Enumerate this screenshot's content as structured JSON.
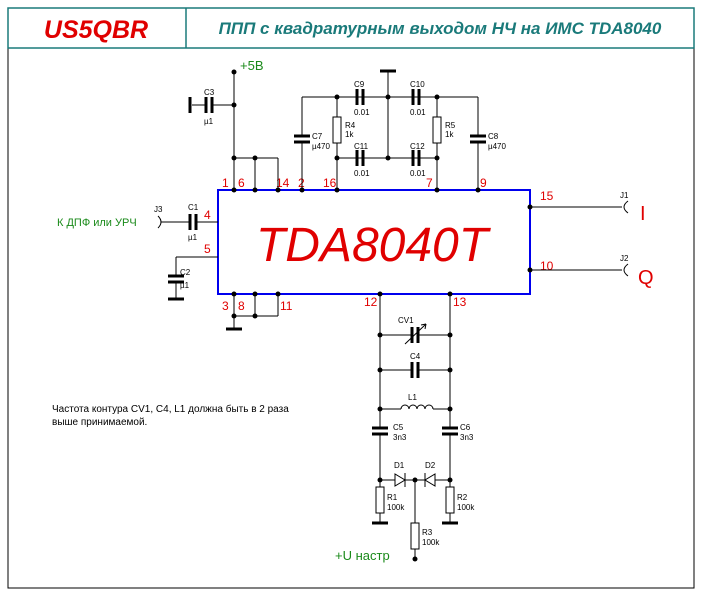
{
  "header": {
    "callsign": "US5QBR",
    "title": "ППП с квадратурным выходом НЧ на ИМС TDA8040"
  },
  "colors": {
    "frame": "#000000",
    "header_border": "#1a7a7a",
    "callsign": "#e00000",
    "title": "#1a7a7a",
    "chip": "#0000ee",
    "pin": "#e00000",
    "chip_label": "#e00000",
    "supply": "#1a8a1a",
    "wire": "#000000"
  },
  "chip": {
    "name": "TDA8040T",
    "pins": {
      "p1": "1",
      "p6": "6",
      "p14": "14",
      "p2": "2",
      "p16": "16",
      "p7": "7",
      "p9": "9",
      "p4": "4",
      "p5": "5",
      "p15": "15",
      "p10": "10",
      "p3": "3",
      "p8": "8",
      "p11": "11",
      "p12": "12",
      "p13": "13"
    }
  },
  "labels": {
    "supply_plus5": "+5В",
    "tuning_voltage": "+U настр",
    "input_label": "К ДПФ или УРЧ",
    "output_i": "I",
    "output_q": "Q",
    "note_line1": "Частота контура CV1, C4, L1 должна быть в 2 раза",
    "note_line2": "выше принимаемой."
  },
  "connectors": {
    "j1": "J1",
    "j2": "J2",
    "j3": "J3"
  },
  "components": {
    "c1": {
      "ref": "C1",
      "value": "µ1"
    },
    "c2": {
      "ref": "C2",
      "value": "µ1"
    },
    "c3": {
      "ref": "C3",
      "value": "µ1"
    },
    "c4": {
      "ref": "C4"
    },
    "c5": {
      "ref": "C5",
      "value": "3n3"
    },
    "c6": {
      "ref": "C6",
      "value": "3n3"
    },
    "c7": {
      "ref": "C7",
      "value": "µ470"
    },
    "c8": {
      "ref": "C8",
      "value": "µ470"
    },
    "c9": {
      "ref": "C9",
      "value": "0.01"
    },
    "c10": {
      "ref": "C10",
      "value": "0.01"
    },
    "c11": {
      "ref": "C11",
      "value": "0.01"
    },
    "c12": {
      "ref": "C12",
      "value": "0.01"
    },
    "r1": {
      "ref": "R1",
      "value": "100k"
    },
    "r2": {
      "ref": "R2",
      "value": "100k"
    },
    "r3": {
      "ref": "R3",
      "value": "100k"
    },
    "r4": {
      "ref": "R4",
      "value": "1k"
    },
    "r5": {
      "ref": "R5",
      "value": "1k"
    },
    "cv1": {
      "ref": "CV1"
    },
    "l1": {
      "ref": "L1"
    },
    "d1": {
      "ref": "D1"
    },
    "d2": {
      "ref": "D2"
    }
  }
}
